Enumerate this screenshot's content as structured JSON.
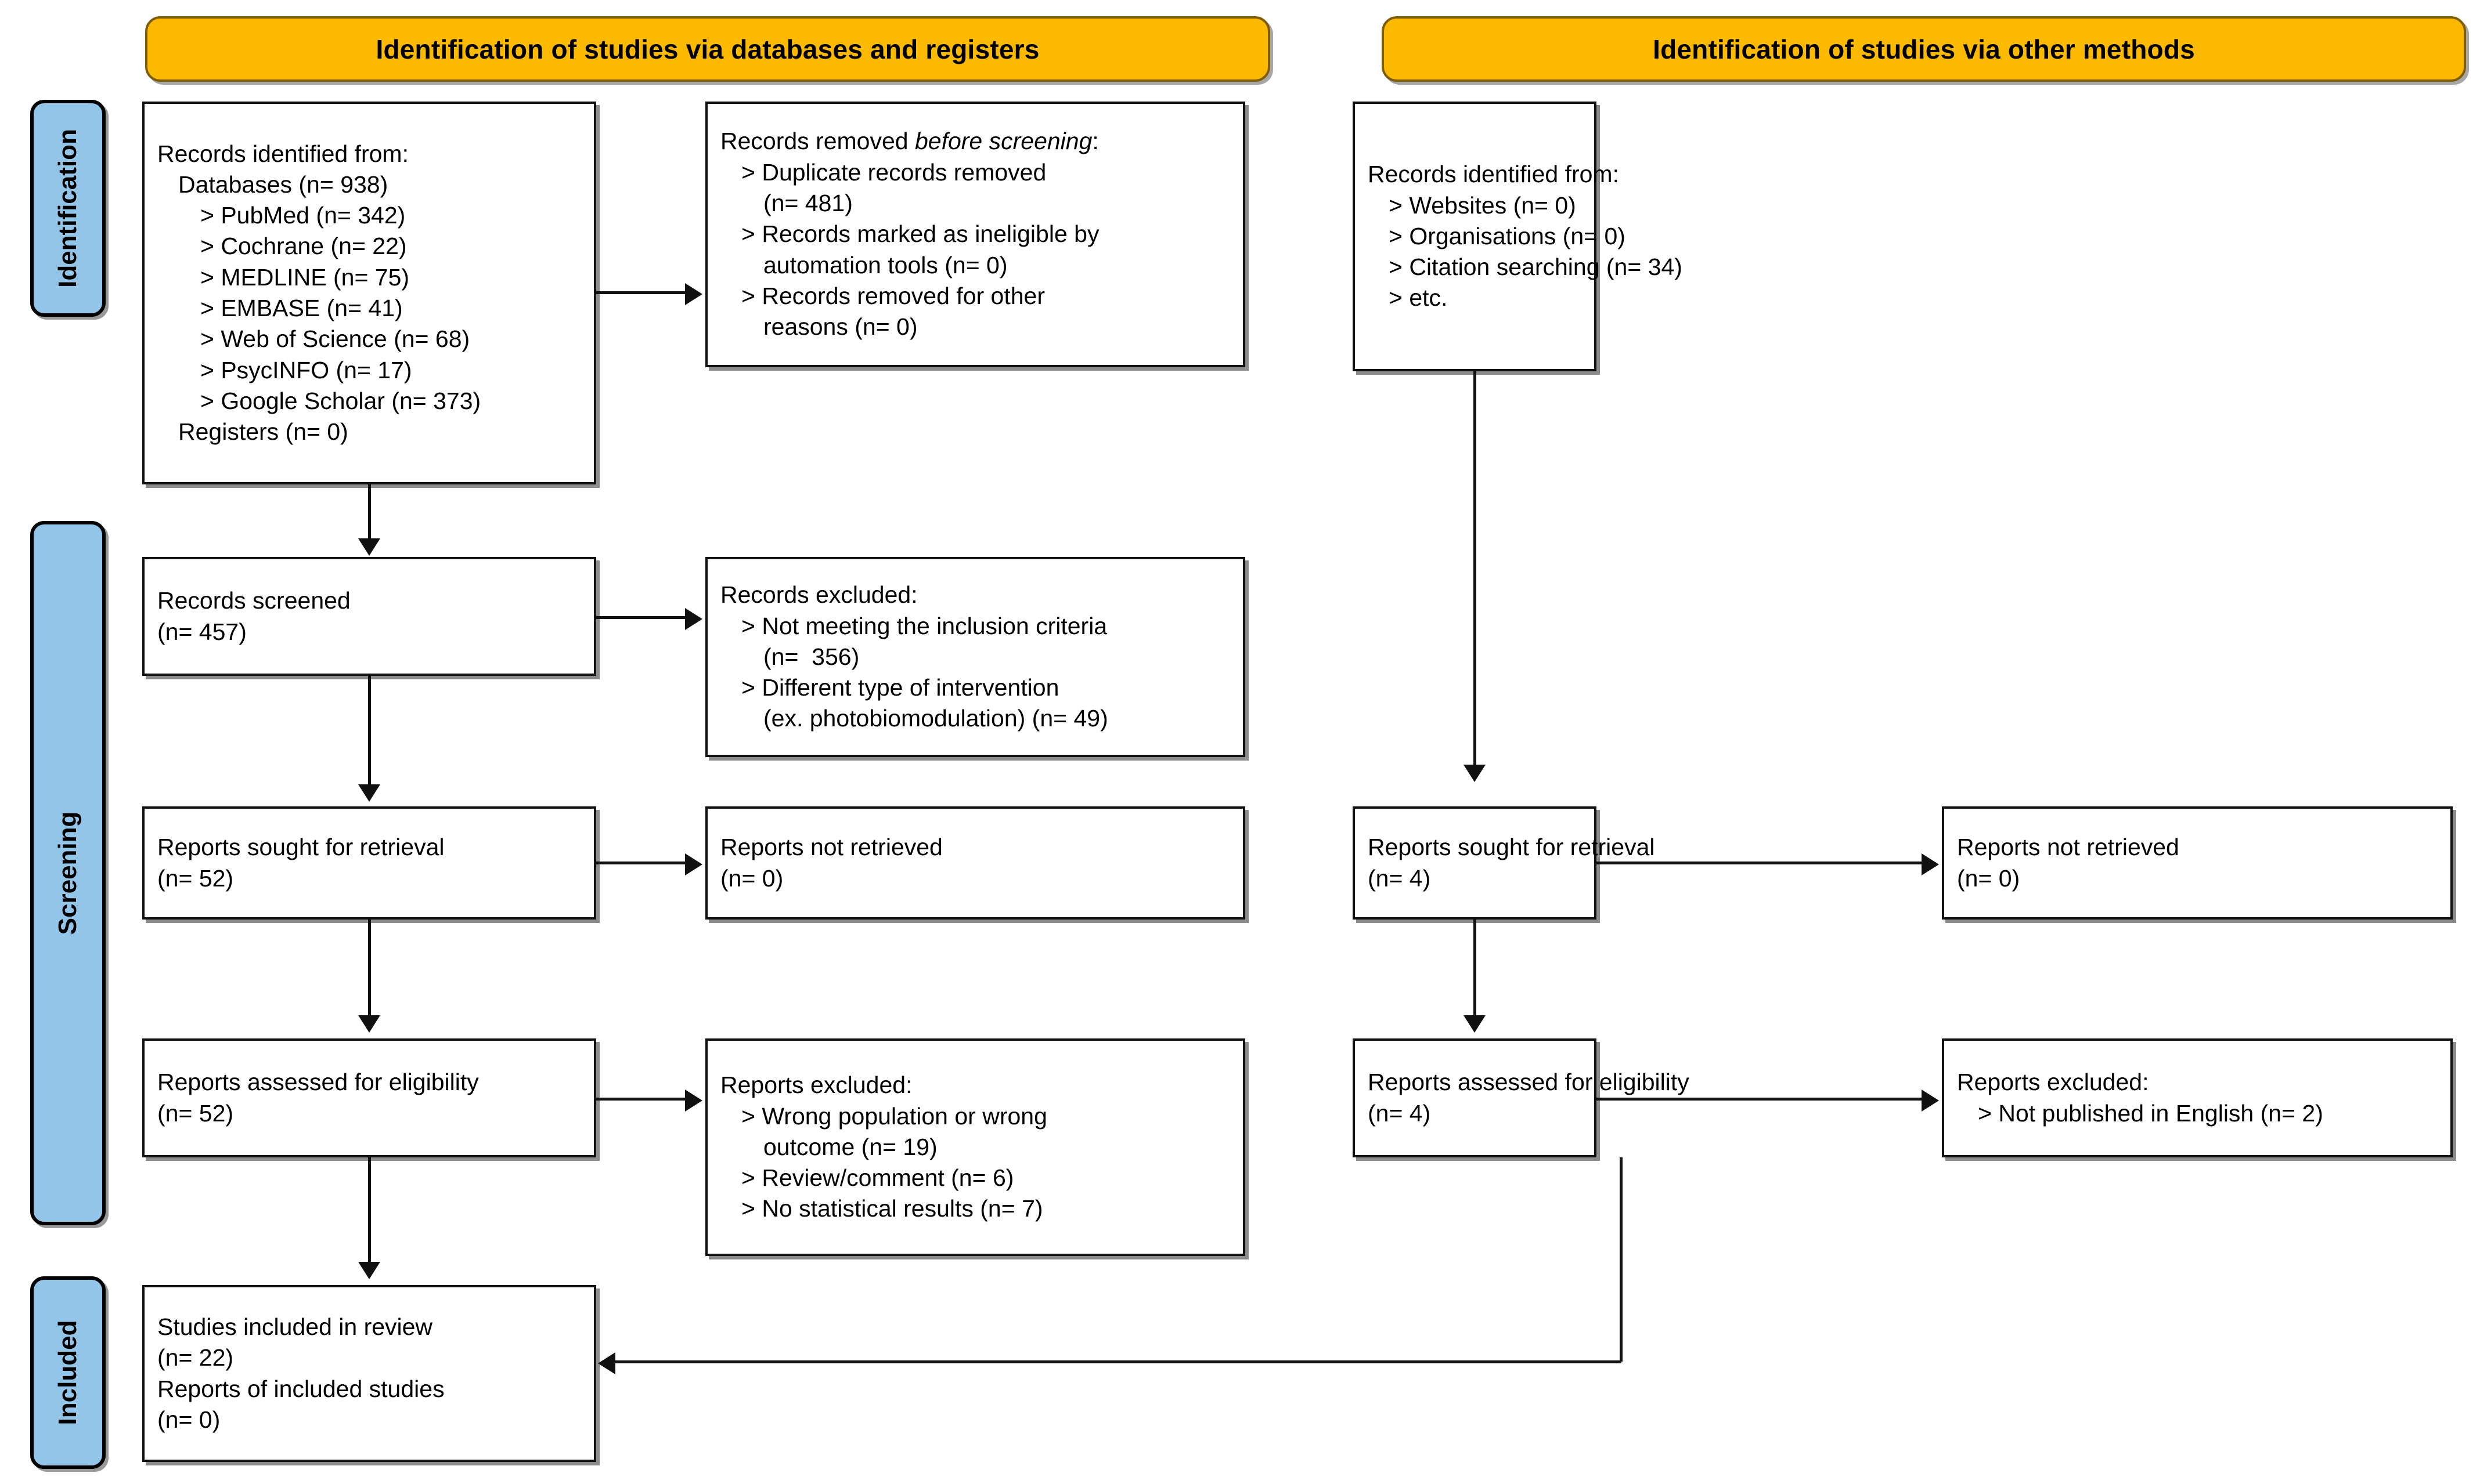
{
  "colors": {
    "banner_fill": "#FBB900",
    "banner_border": "#7E5C00",
    "stage_fill": "#92C5E8",
    "node_border": "#111111",
    "background": "#FFFFFF"
  },
  "banners": {
    "databases": "Identification of studies via databases and registers",
    "other": "Identification of studies via other methods"
  },
  "stages": {
    "identification": "Identification",
    "screening": "Screening",
    "included": "Included"
  },
  "left": {
    "identified": {
      "title": "Records identified from:",
      "lines": [
        "Databases (n= 938)",
        "> PubMed (n= 342)",
        "> Cochrane (n= 22)",
        "> MEDLINE (n= 75)",
        "> EMBASE (n= 41)",
        "> Web of Science (n= 68)",
        "> PsycINFO (n= 17)",
        "> Google Scholar (n= 373)",
        "Registers (n= 0)"
      ]
    },
    "removed": {
      "title_a": "Records removed ",
      "title_b": "before screening",
      "title_c": ":",
      "lines": [
        "> Duplicate records removed",
        "(n= 481)",
        "> Records marked as ineligible by",
        "automation tools (n= 0)",
        "> Records removed for other",
        "reasons (n= 0)"
      ]
    },
    "screened": {
      "l1": "Records screened",
      "l2": "(n= 457)"
    },
    "excluded_screen": {
      "title": "Records excluded:",
      "lines": [
        "> Not meeting the inclusion criteria",
        "(n=  356)",
        "> Different type of intervention",
        "(ex. photobiomodulation) (n= 49)"
      ]
    },
    "sought": {
      "l1": "Reports sought for retrieval",
      "l2": "(n= 52)"
    },
    "not_retrieved": {
      "l1": "Reports not retrieved",
      "l2": "(n= 0)"
    },
    "assessed": {
      "l1": "Reports assessed for eligibility",
      "l2": "(n= 52)"
    },
    "excluded_elig": {
      "title": "Reports excluded:",
      "lines": [
        "> Wrong population or wrong",
        "outcome (n= 19)",
        "> Review/comment (n= 6)",
        "> No statistical results (n= 7)"
      ]
    },
    "included": {
      "l1": "Studies included in review",
      "l2": "(n= 22)",
      "l3": "Reports of included studies",
      "l4": "(n= 0)"
    }
  },
  "right": {
    "identified": {
      "title": "Records identified from:",
      "lines": [
        "> Websites (n= 0)",
        "> Organisations (n= 0)",
        "> Citation searching (n= 34)",
        "> etc."
      ]
    },
    "sought": {
      "l1": "Reports sought for retrieval",
      "l2": "(n= 4)"
    },
    "not_retrieved": {
      "l1": "Reports not retrieved",
      "l2": "(n= 0)"
    },
    "assessed": {
      "l1": "Reports assessed for eligibility",
      "l2": "(n= 4)"
    },
    "excluded_elig": {
      "title": "Reports excluded:",
      "lines": [
        "> Not published in English (n= 2)"
      ]
    }
  }
}
